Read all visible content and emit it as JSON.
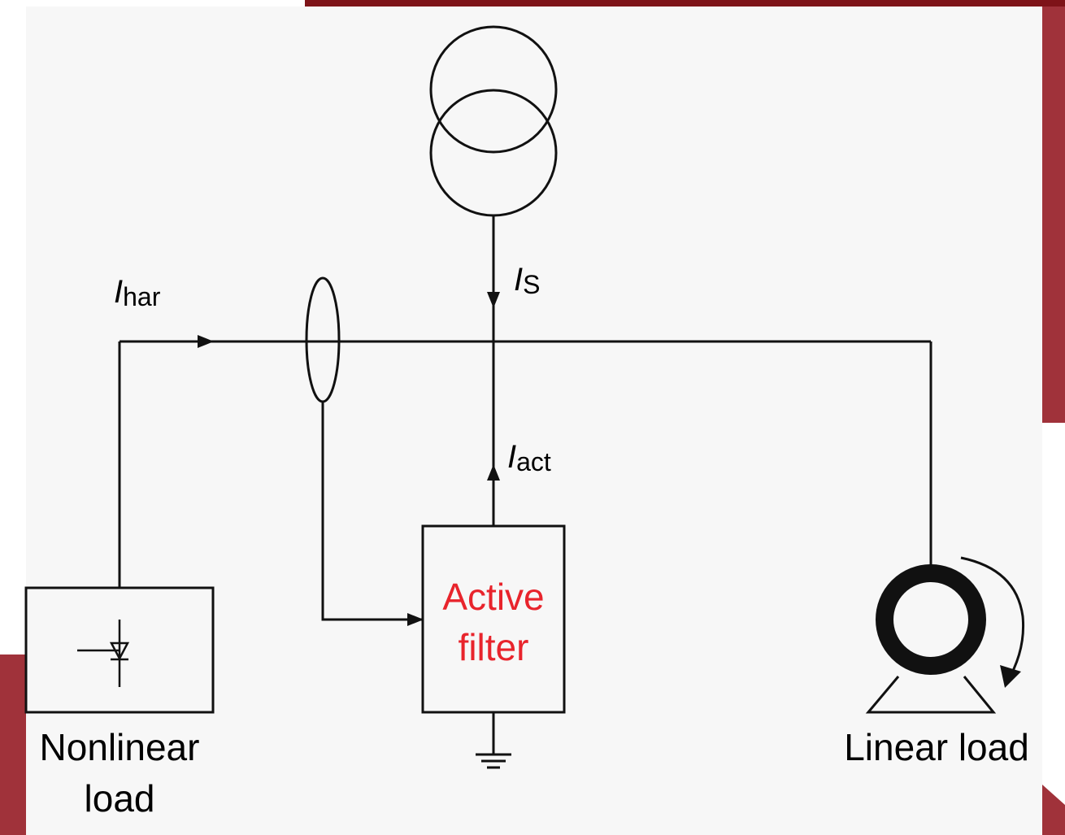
{
  "colors": {
    "frame": "#a0323a",
    "frame_dark": "#7e1318",
    "panel": "#f7f7f7",
    "line": "#111111",
    "accent": "#e8242c"
  },
  "labels": {
    "i_har": {
      "symbol": "I",
      "subscript": "har"
    },
    "i_s": {
      "symbol": "I",
      "subscript": "S"
    },
    "i_act": {
      "symbol": "I",
      "subscript": "act"
    },
    "filter_line1": "Active",
    "filter_line2": "filter",
    "nonlinear_line1": "Nonlinear",
    "nonlinear_line2": "load",
    "linear": "Linear load"
  },
  "icons": {
    "source": "transformer-icon",
    "nonlinear": "thyristor-icon",
    "linear": "motor-icon",
    "ground": "ground-icon",
    "sensor": "current-transformer-icon"
  }
}
